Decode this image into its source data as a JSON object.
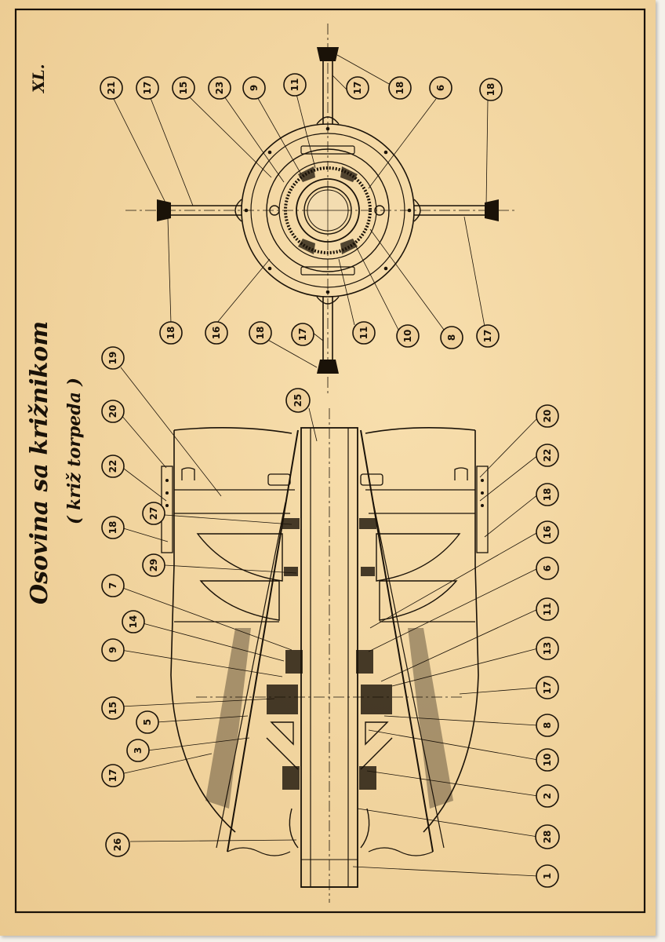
{
  "sheet": {
    "plate_number": "XL.",
    "title_line1": "Osovina sa križnikom",
    "title_line2": "( križ torpeda )"
  },
  "colors": {
    "paper": "#efd09a",
    "ink": "#1a1208",
    "frame": "#14100a"
  },
  "top_view": {
    "callouts": [
      {
        "id": "21"
      },
      {
        "id": "17"
      },
      {
        "id": "15"
      },
      {
        "id": "23"
      },
      {
        "id": "9"
      },
      {
        "id": "11"
      },
      {
        "id": "17"
      },
      {
        "id": "18"
      },
      {
        "id": "6"
      },
      {
        "id": "18"
      },
      {
        "id": "18"
      },
      {
        "id": "16"
      },
      {
        "id": "18"
      },
      {
        "id": "17"
      },
      {
        "id": "11"
      },
      {
        "id": "10"
      },
      {
        "id": "8"
      },
      {
        "id": "17"
      }
    ]
  },
  "section_view": {
    "callouts": [
      {
        "id": "19"
      },
      {
        "id": "20"
      },
      {
        "id": "22"
      },
      {
        "id": "18"
      },
      {
        "id": "7"
      },
      {
        "id": "14"
      },
      {
        "id": "9"
      },
      {
        "id": "15"
      },
      {
        "id": "3"
      },
      {
        "id": "17"
      },
      {
        "id": "26"
      },
      {
        "id": "27"
      },
      {
        "id": "29"
      },
      {
        "id": "5"
      },
      {
        "id": "25"
      },
      {
        "id": "20"
      },
      {
        "id": "22"
      },
      {
        "id": "18"
      },
      {
        "id": "16"
      },
      {
        "id": "6"
      },
      {
        "id": "11"
      },
      {
        "id": "13"
      },
      {
        "id": "17"
      },
      {
        "id": "8"
      },
      {
        "id": "10"
      },
      {
        "id": "2"
      },
      {
        "id": "28"
      },
      {
        "id": "1"
      }
    ]
  }
}
